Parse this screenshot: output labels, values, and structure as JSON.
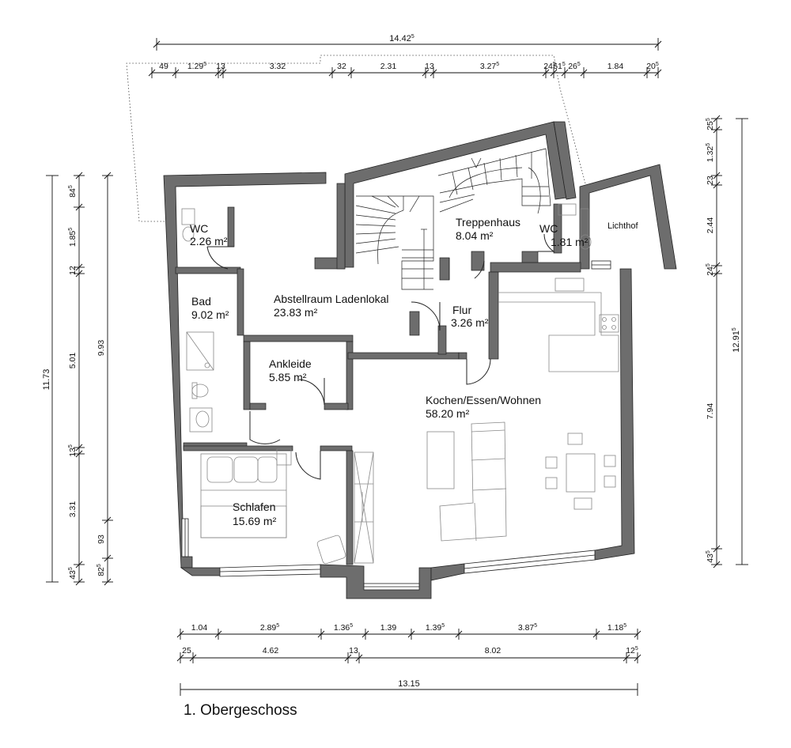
{
  "title": "1. Obergeschoss",
  "rooms": {
    "wc1": {
      "name": "WC",
      "area": "2.26 m²"
    },
    "abstellraum": {
      "name": "Abstellraum Ladenlokal",
      "area": "23.83 m²"
    },
    "treppenhaus": {
      "name": "Treppenhaus",
      "area": "8.04 m²"
    },
    "wc2": {
      "name": "WC",
      "area": "1.81 m²"
    },
    "lichthof": {
      "name": "Lichthof"
    },
    "bad": {
      "name": "Bad",
      "area": "9.02 m²"
    },
    "flur": {
      "name": "Flur",
      "area": "3.26 m²"
    },
    "ankleide": {
      "name": "Ankleide",
      "area": "5.85 m²"
    },
    "kochen": {
      "name": "Kochen/Essen/Wohnen",
      "area": "58.20 m²"
    },
    "schlafen": {
      "name": "Schlafen",
      "area": "15.69 m²"
    }
  },
  "dimensions": {
    "top_total": {
      "v": "14.42",
      "s": "5"
    },
    "top_chain": [
      {
        "v": "49",
        "s": ""
      },
      {
        "v": "1.29",
        "s": "5"
      },
      {
        "v": "13",
        "s": ""
      },
      {
        "v": "3.32",
        "s": ""
      },
      {
        "v": "32",
        "s": ""
      },
      {
        "v": "2.31",
        "s": ""
      },
      {
        "v": "13",
        "s": ""
      },
      {
        "v": "3.27",
        "s": "5"
      },
      {
        "v": "24",
        "s": "5"
      },
      {
        "v": "61",
        "s": "5"
      },
      {
        "v": "26",
        "s": "5"
      },
      {
        "v": "1.84",
        "s": ""
      },
      {
        "v": "20",
        "s": "5"
      }
    ],
    "bottom_row1": [
      {
        "v": "1.04",
        "s": ""
      },
      {
        "v": "2.89",
        "s": "5"
      },
      {
        "v": "1.36",
        "s": "5"
      },
      {
        "v": "1.39",
        "s": ""
      },
      {
        "v": "1.39",
        "s": "5"
      },
      {
        "v": "3.87",
        "s": "5"
      },
      {
        "v": "1.18",
        "s": "5"
      }
    ],
    "bottom_row2": [
      {
        "v": "25",
        "s": ""
      },
      {
        "v": "4.62",
        "s": ""
      },
      {
        "v": "13",
        "s": ""
      },
      {
        "v": "8.02",
        "s": ""
      },
      {
        "v": "12",
        "s": "5"
      }
    ],
    "bottom_total": {
      "v": "13.15",
      "s": ""
    },
    "left_outer": {
      "v": "11.73",
      "s": ""
    },
    "left_chain": [
      {
        "v": "84",
        "s": "5"
      },
      {
        "v": "1.85",
        "s": "5"
      },
      {
        "v": "12",
        "s": ""
      },
      {
        "v": "5.01",
        "s": ""
      },
      {
        "v": "13",
        "s": "5"
      },
      {
        "v": "3.31",
        "s": ""
      },
      {
        "v": "43",
        "s": "5"
      }
    ],
    "left_mid": [
      {
        "v": "9.93",
        "s": ""
      },
      {
        "v": "93",
        "s": ""
      },
      {
        "v": "82",
        "s": "5"
      }
    ],
    "right_chain": [
      {
        "v": "25",
        "s": "5"
      },
      {
        "v": "1.32",
        "s": "5"
      },
      {
        "v": "23",
        "s": ""
      },
      {
        "v": "2.44",
        "s": ""
      },
      {
        "v": "24",
        "s": "5"
      },
      {
        "v": "7.94",
        "s": ""
      },
      {
        "v": "43",
        "s": "5"
      }
    ],
    "right_total": {
      "v": "12.91",
      "s": "5"
    }
  }
}
